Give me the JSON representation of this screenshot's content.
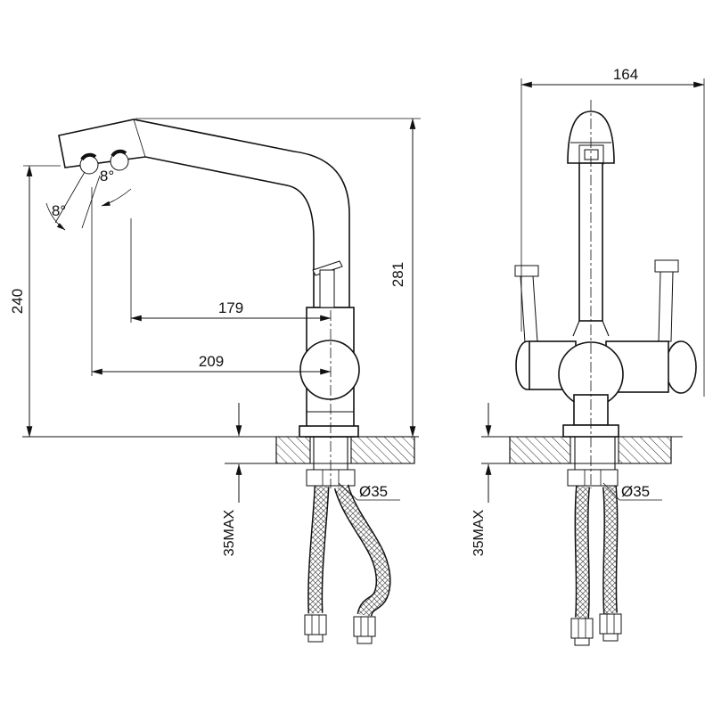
{
  "drawing": {
    "background": "#ffffff",
    "line_color": "#111111",
    "views": {
      "side": {
        "height_to_spout": "240",
        "total_height": "281",
        "reach_to_spout_tip": "179",
        "reach_overall": "209",
        "spout_angle_upper": "8°",
        "spout_angle_lower": "8°",
        "max_deck_thickness": "35MAX",
        "hole_diameter": "Ø35"
      },
      "front": {
        "top_width": "164",
        "max_deck_thickness": "35MAX",
        "hole_diameter": "Ø35"
      }
    }
  }
}
